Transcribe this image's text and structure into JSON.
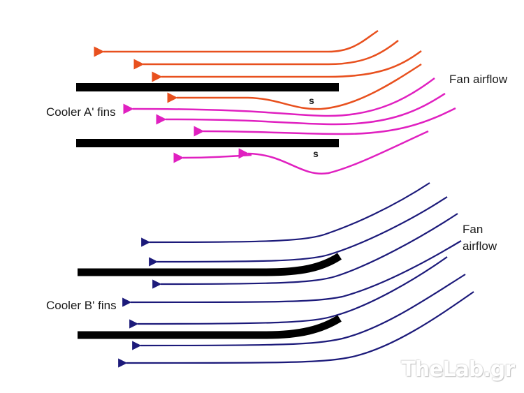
{
  "cooler_a": {
    "fins_label": "Cooler A' fins",
    "airflow_label": "Fan airflow",
    "separation_marker": "s",
    "warm_color": "#e8501e",
    "cool_color": "#e020c0",
    "fin_color": "#000000"
  },
  "cooler_b": {
    "fins_label": "Cooler B' fins",
    "airflow_label_line1": "Fan",
    "airflow_label_line2": "airflow",
    "flow_color": "#1c1a7a",
    "fin_color": "#000000"
  },
  "watermark": {
    "text_main": "TheLab",
    "text_suffix": ".gr"
  }
}
